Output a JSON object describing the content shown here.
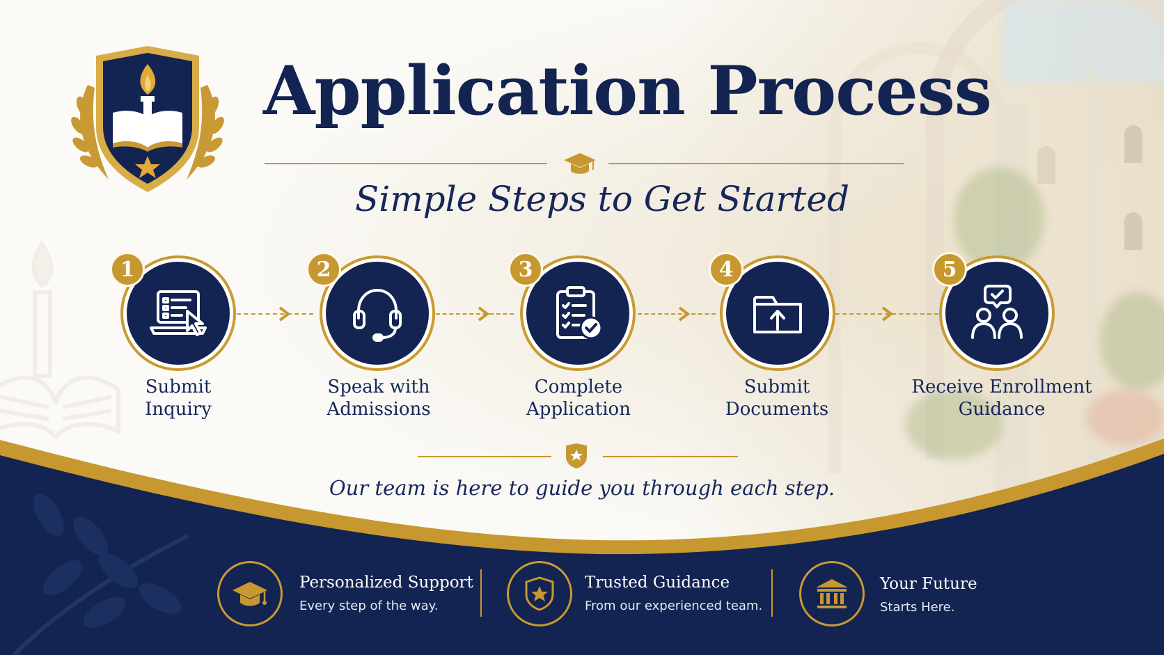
{
  "header": {
    "title": "Application Process",
    "subtitle": "Simple Steps to Get Started"
  },
  "steps": [
    {
      "number": "1",
      "label_line1": "Submit",
      "label_line2": "Inquiry",
      "icon": "laptop-form-icon"
    },
    {
      "number": "2",
      "label_line1": "Speak with",
      "label_line2": "Admissions",
      "icon": "headset-icon"
    },
    {
      "number": "3",
      "label_line1": "Complete",
      "label_line2": "Application",
      "icon": "clipboard-check-icon"
    },
    {
      "number": "4",
      "label_line1": "Submit",
      "label_line2": "Documents",
      "icon": "folder-upload-icon"
    },
    {
      "number": "5",
      "label_line1": "Receive Enrollment",
      "label_line2": "Guidance",
      "icon": "people-chat-icon"
    }
  ],
  "guide": {
    "text": "Our team is here to guide you through each step."
  },
  "features": [
    {
      "title": "Personalized Support",
      "subtitle": "Every step of the way.",
      "icon": "graduation-cap-icon"
    },
    {
      "title": "Trusted Guidance",
      "subtitle": "From our experienced team.",
      "icon": "shield-star-icon"
    },
    {
      "title": "Your Future",
      "subtitle": "Starts Here.",
      "icon": "institution-icon"
    }
  ],
  "colors": {
    "navy": "#132452",
    "gold": "#c7982f",
    "background": "#fbfaf6"
  }
}
